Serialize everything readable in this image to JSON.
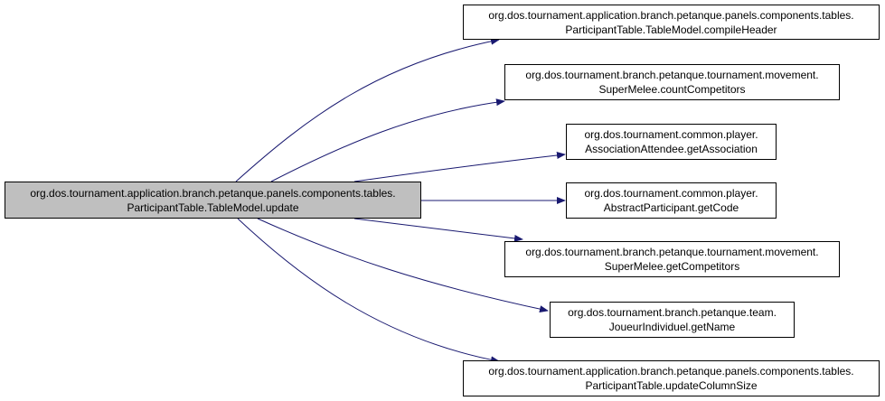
{
  "colors": {
    "edge": "#191970",
    "node_border": "#000000",
    "node_fill": "#ffffff",
    "source_fill": "#bfbfbf"
  },
  "source": {
    "line1": "org.dos.tournament.application.branch.petanque.panels.components.tables.",
    "line2": "ParticipantTable.TableModel.update"
  },
  "targets": [
    {
      "line1": "org.dos.tournament.application.branch.petanque.panels.components.tables.",
      "line2": "ParticipantTable.TableModel.compileHeader"
    },
    {
      "line1": "org.dos.tournament.branch.petanque.tournament.movement.",
      "line2": "SuperMelee.countCompetitors"
    },
    {
      "line1": "org.dos.tournament.common.player.",
      "line2": "AssociationAttendee.getAssociation"
    },
    {
      "line1": "org.dos.tournament.common.player.",
      "line2": "AbstractParticipant.getCode"
    },
    {
      "line1": "org.dos.tournament.branch.petanque.tournament.movement.",
      "line2": "SuperMelee.getCompetitors"
    },
    {
      "line1": "org.dos.tournament.branch.petanque.team.",
      "line2": "JoueurIndividuel.getName"
    },
    {
      "line1": "org.dos.tournament.application.branch.petanque.panels.components.tables.",
      "line2": "ParticipantTable.updateColumnSize"
    }
  ]
}
